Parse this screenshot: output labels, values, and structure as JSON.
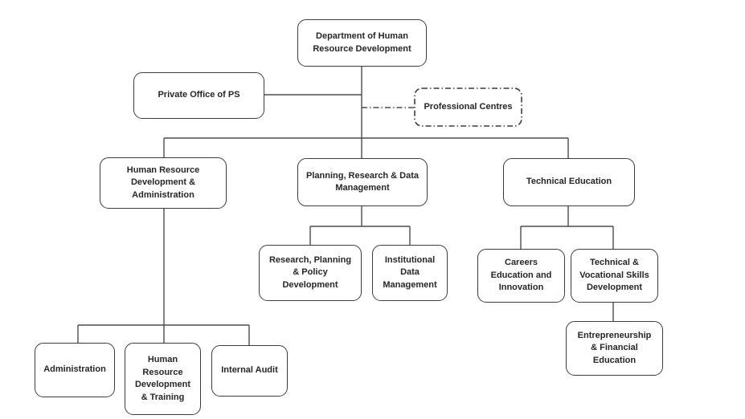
{
  "title": "Department of Human Resource Development organisational chart",
  "colors": {
    "background": "#ffffff",
    "box_border": "#3c3c3c",
    "connector_line": "#4d4d4d",
    "text": "#262626"
  },
  "nodes": {
    "department": {
      "label": "Department of Human\nResource Development"
    },
    "private_office": {
      "label": "Private Office of PS"
    },
    "professional_centres": {
      "label": "Professional Centres",
      "border_style": "dash-dot"
    },
    "hrd_admin": {
      "label": "Human Resource\nDevelopment &\nAdministration"
    },
    "planning_research_data": {
      "label": "Planning, Research & Data\nManagement"
    },
    "technical_education": {
      "label": "Technical Education"
    },
    "research_planning_policy": {
      "label": "Research, Planning\n& Policy\nDevelopment"
    },
    "institutional_data": {
      "label": "Institutional\nData\nManagement"
    },
    "careers_education": {
      "label": "Careers\nEducation and\nInnovation"
    },
    "technical_vocational": {
      "label": "Technical &\nVocational Skills\nDevelopment"
    },
    "entrepreneurship": {
      "label": "Entrepreneurship\n& Financial\nEducation"
    },
    "administration": {
      "label": "Administration"
    },
    "hrd_training": {
      "label": "Human\nResource\nDevelopment\n& Training"
    },
    "internal_audit": {
      "label": "Internal Audit"
    }
  },
  "edges": [
    [
      "department",
      "private_office"
    ],
    [
      "department",
      "professional_centres"
    ],
    [
      "department",
      "hrd_admin"
    ],
    [
      "department",
      "planning_research_data"
    ],
    [
      "department",
      "technical_education"
    ],
    [
      "planning_research_data",
      "research_planning_policy"
    ],
    [
      "planning_research_data",
      "institutional_data"
    ],
    [
      "technical_education",
      "careers_education"
    ],
    [
      "technical_education",
      "technical_vocational"
    ],
    [
      "technical_vocational",
      "entrepreneurship"
    ],
    [
      "hrd_admin",
      "administration"
    ],
    [
      "hrd_admin",
      "hrd_training"
    ],
    [
      "hrd_admin",
      "internal_audit"
    ]
  ]
}
